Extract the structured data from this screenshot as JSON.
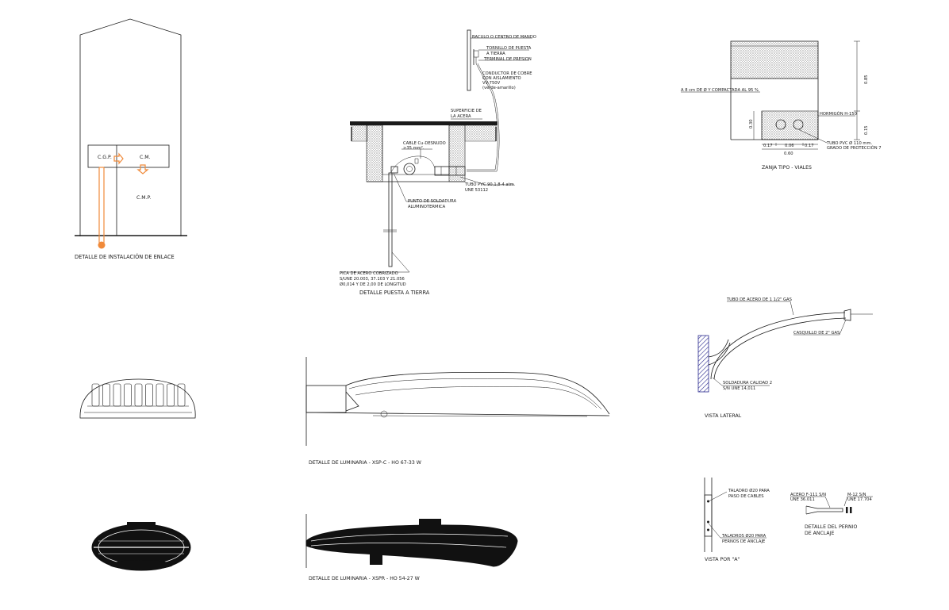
{
  "enlace": {
    "cgp": "C.G.P.",
    "cm": "C.M.",
    "cmp": "C.M.P.",
    "title": "DETALLE DE INSTALACIÓN DE ENLACE"
  },
  "tierra": {
    "baculo": "BACULO O CENTRO DE MANDO",
    "tornillo_1": "TORNILLO DE PUESTA",
    "tornillo_2": "A TIERRA",
    "terminal": "TERMINAL DE PRESION",
    "conductor_1": "CONDUCTOR DE COBRE",
    "conductor_2": "CON AISLAMIENTO",
    "conductor_3": "VV-750V",
    "conductor_4": "(verde-amarillo)",
    "superficie_1": "SUPERFICIE DE",
    "superficie_2": "LA ACERA",
    "cable_1": "CABLE Cu-DESNUDO",
    "cable_2": ">35 mm².",
    "tubo_1": "TUBO PVC 90,1,8-4 atm.",
    "tubo_2": "UNE 53112",
    "punto_1": "PUNTO DE SOLDADURA",
    "punto_2": "ALUMINOTERMICA",
    "pica_1": "PICA DE ACERO COBRIZADO",
    "pica_2": "S/UNE 20.003, 37.103 Y 21.056",
    "pica_3": "Ø0,014 Y DE 2,00 DE LONGITUD",
    "title": "DETALLE PUESTA A TIERRA"
  },
  "zanja": {
    "arena": "A 8 cm DE Ø Y COMPACTADA AL 95 %",
    "hormigon": "HORMIGÓN H-150",
    "tubo_1": "TUBO PVC Ø 110 mm.",
    "tubo_2": "GRADO DE PROTECCIÓN 7",
    "dim_085": "0.85",
    "dim_015": "0.15",
    "dim_030": "0.30",
    "dim_017a": "0.17",
    "dim_006": "0.06",
    "dim_017b": "0.17",
    "dim_060": "0.60",
    "title": "ZANJA TIPO - VIALES"
  },
  "lateral": {
    "tubo": "TUBO DE ACERO DE 1 1/2\" GAS",
    "casquillo": "CASQUILLO DE 2\" GAS",
    "soldadura_1": "SOLDADURA CALIDAD 2",
    "soldadura_2": "S/N UNE 14,011",
    "title": "VISTA LATERAL"
  },
  "luminaria": {
    "title_1": "DETALLE DE LUMINARIA - XSP-C - HO   67-33 W",
    "title_2": "DETALLE DE LUMINARIA - XSPR - HO   54-27 W"
  },
  "anclaje": {
    "taladro_1": "TALADRO Ø20 PARA",
    "taladro_2": "PASO DE CABLES",
    "taladros_1": "TALADROS Ø20 PARA",
    "taladros_2": "PERNOS DE ANCLAJE",
    "vista": "VISTA POR \"A\"",
    "acero_1": "ACERO F-111 S/N",
    "acero_2": "UNE 36.011",
    "m12_1": "M-12 S/N",
    "m12_2": "UNE 17.704",
    "pernio_1": "DETALLE DEL PERNIO",
    "pernio_2": "DE ANCLAJE"
  },
  "colors": {
    "line": "#1a1a1a",
    "accent": "#f08a3a",
    "hatch": "#2b2b8f"
  }
}
